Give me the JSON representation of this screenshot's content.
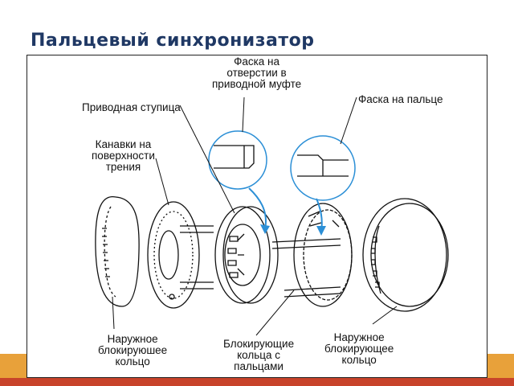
{
  "slide": {
    "title": "Пальцевый синхронизатор"
  },
  "diagram": {
    "labels": {
      "bore_chamfer": "Фаска на\nотверстии в\nприводной муфте",
      "pin_chamfer": "Фаска на пальце",
      "drive_hub": "Приводная ступица",
      "friction_grooves": "Канавки на\nповерхности\nтрения",
      "outer_ring_left": "Наружное\nблокируюшее\nкольцо",
      "blocker_rings_with_pins": "Блокирующие\nкольца с\nпальцами",
      "outer_ring_right": "Наружное\nблокирующее\nкольцо"
    },
    "colors": {
      "callout_circle": "#2b8fd6",
      "callout_arrow": "#2b8fd6",
      "line": "#111111",
      "title": "#1f3864",
      "footer": "#e8a13a",
      "footer_dark": "#c8432a"
    }
  }
}
